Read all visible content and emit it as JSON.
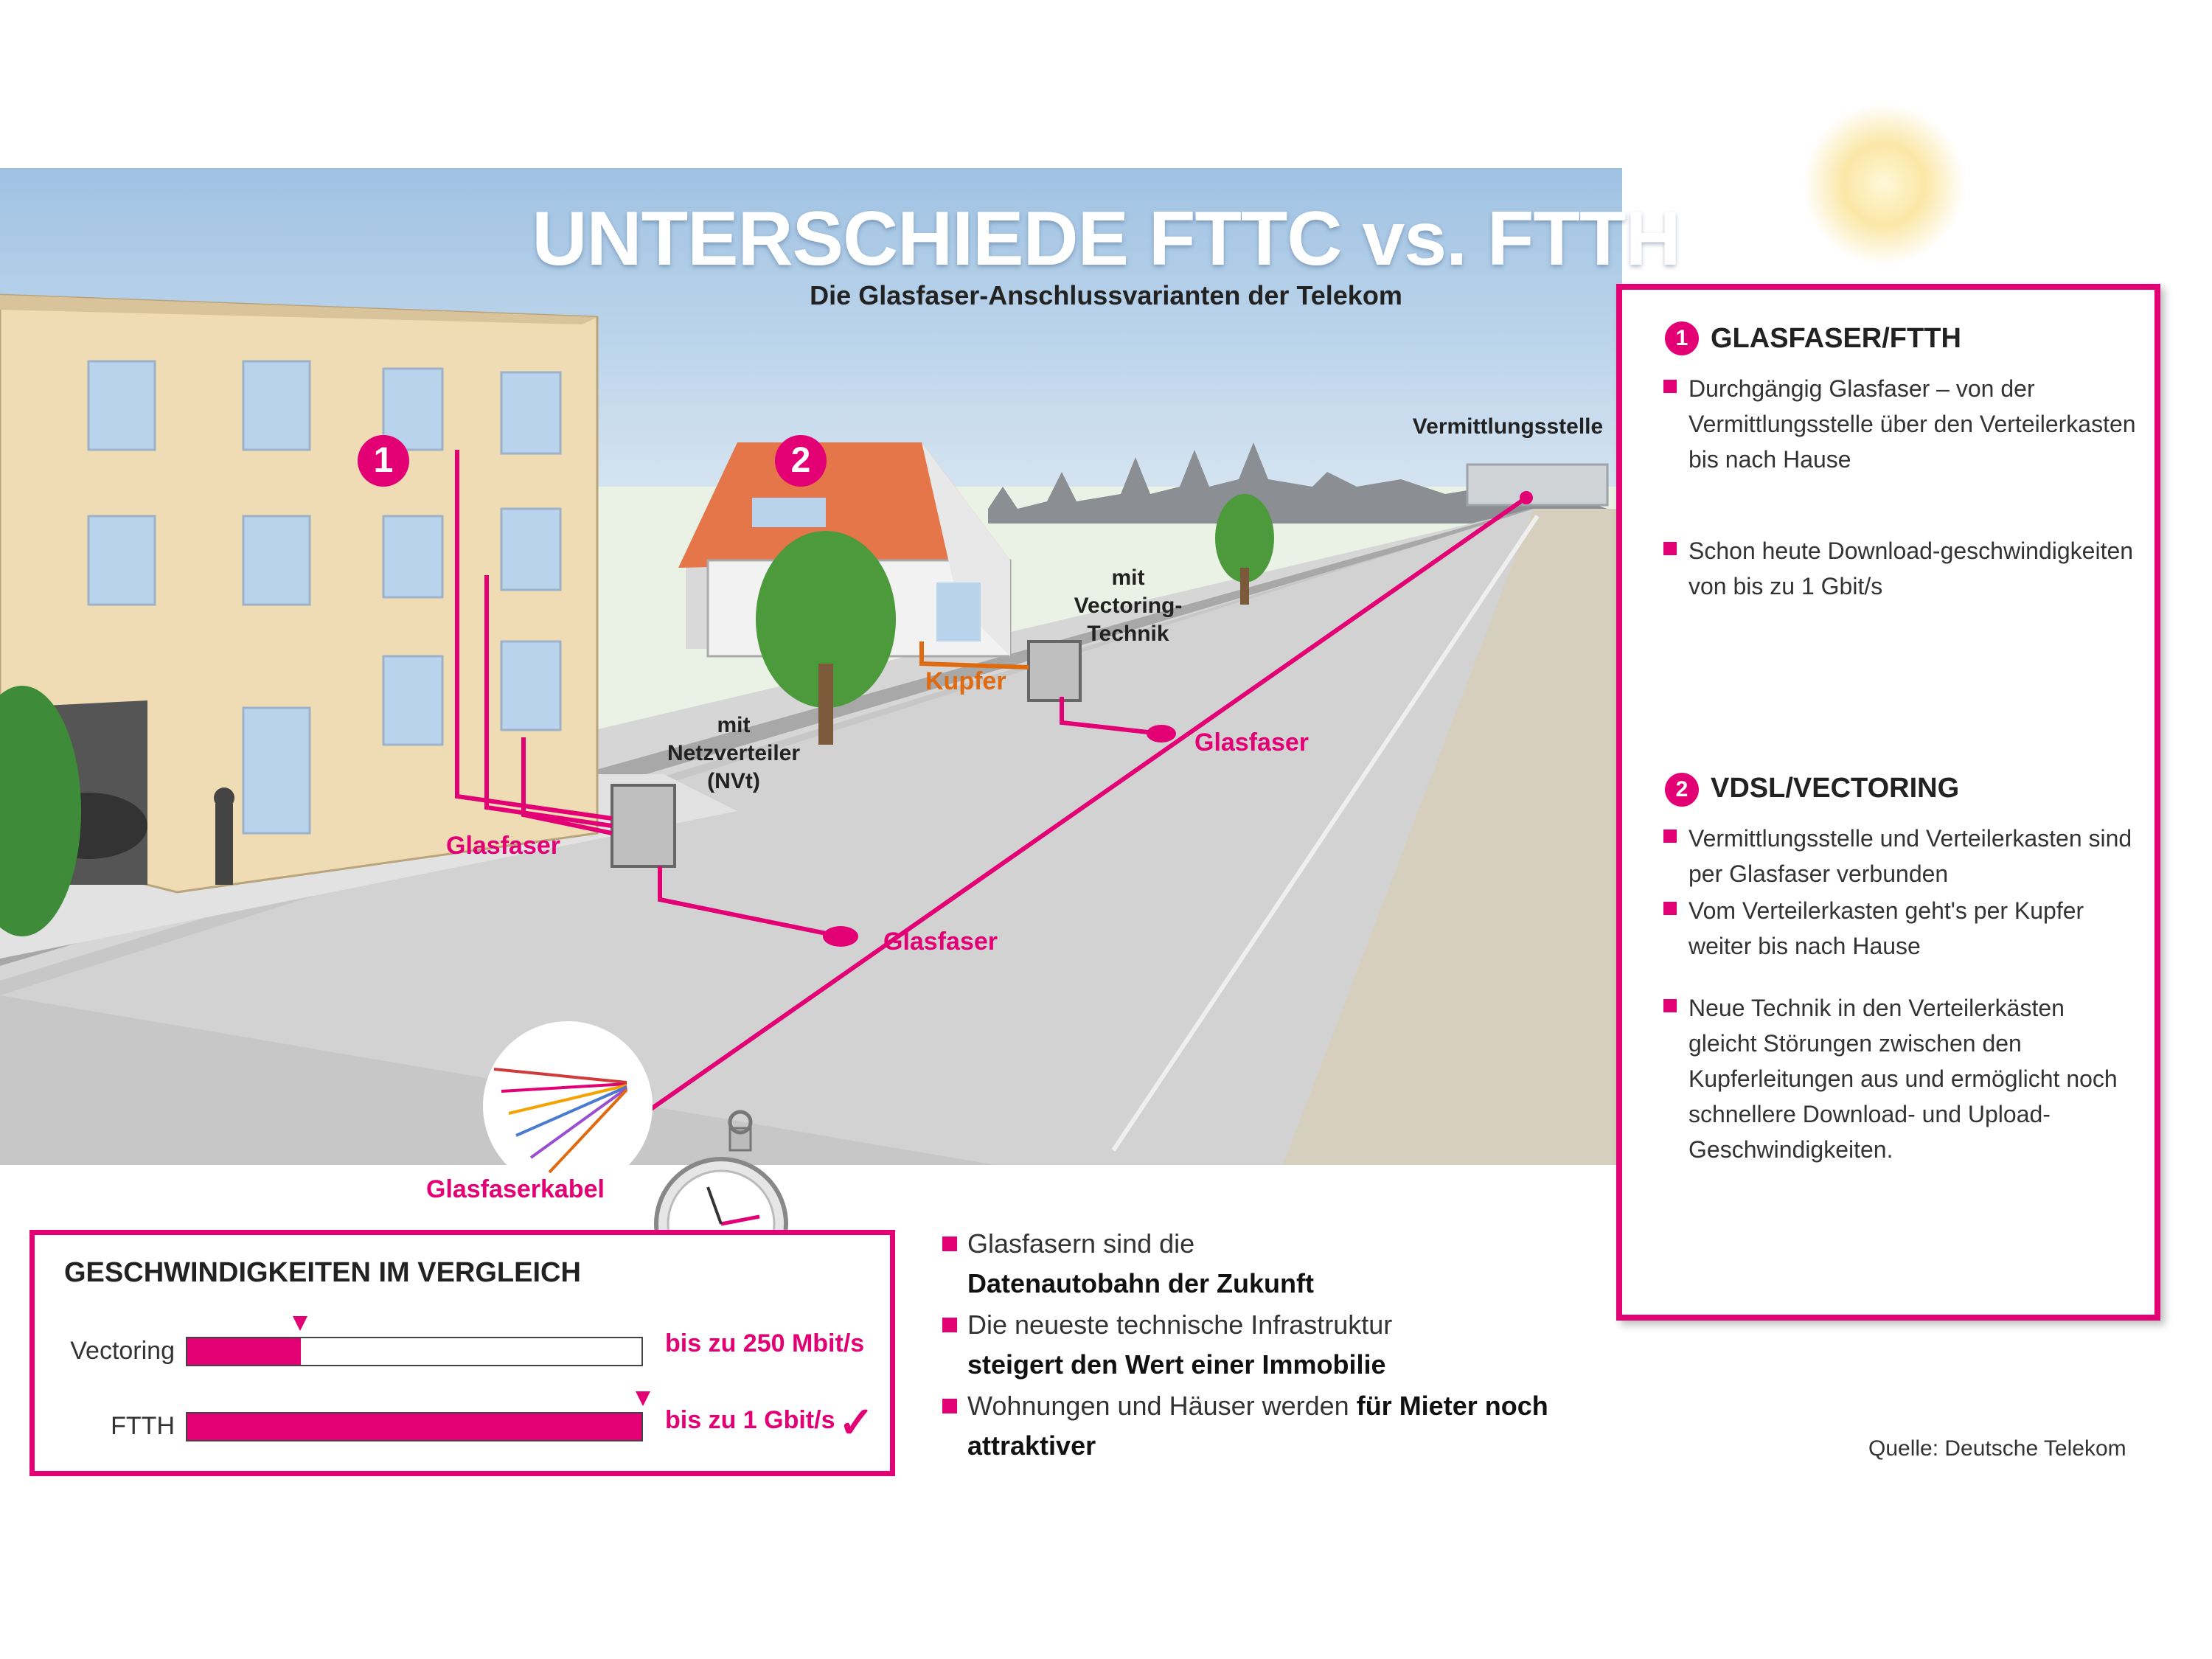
{
  "title": "UNTERSCHIEDE FTTC vs. FTTH",
  "subtitle": "Die Glasfaser-Anschlussvarianten der Telekom",
  "scene": {
    "marker_1": "1",
    "marker_2": "2",
    "vermittlungsstelle": "Vermittlungsstelle",
    "mit_vectoring": "mit Vectoring-Technik",
    "mit_netzverteiler": "mit Netzverteiler (NVt)",
    "kupfer": "Kupfer",
    "glasfaser_top": "Glasfaser",
    "glasfaser_mid": "Glasfaser",
    "glasfaser_left": "Glasfaser",
    "glasfaserkabel": "Glasfaserkabel"
  },
  "panel": {
    "sec1_num": "1",
    "sec1_title": "GLASFASER/FTTH",
    "sec1_bullets": [
      "Durchgängig Glasfaser – von der Vermittlungsstelle über den Verteilerkasten bis nach Hause",
      "Schon heute Download-geschwindigkeiten von bis zu 1 Gbit/s"
    ],
    "sec2_num": "2",
    "sec2_title": "VDSL/VECTORING",
    "sec2_bullets": [
      "Vermittlungsstelle und Verteilerkasten sind per Glasfaser verbunden",
      "Vom Verteilerkasten geht's per Kupfer weiter bis nach Hause",
      "Neue Technik in den Verteilerkästen gleicht Störungen zwischen den Kupferleitungen aus und ermöglicht noch schnellere Download- und Upload-Geschwindigkeiten."
    ]
  },
  "speed": {
    "title": "GESCHWINDIGKEITEN IM VERGLEICH",
    "rows": [
      {
        "label": "Vectoring",
        "value_text": "bis zu 250 Mbit/s",
        "fill": 0.25
      },
      {
        "label": "FTTH",
        "value_text": "bis zu 1 Gbit/s",
        "fill": 1.0
      }
    ],
    "check": "✓"
  },
  "bottom_bullets": [
    {
      "pre": "Glasfasern sind die",
      "bold": "Datenautobahn der Zukunft",
      "post": ""
    },
    {
      "pre": "Die neueste technische Infrastruktur",
      "bold": "steigert den Wert einer Immobilie",
      "post": ""
    },
    {
      "pre": "Wohnungen und Häuser werden ",
      "bold": "für Mieter noch attraktiver",
      "post": ""
    }
  ],
  "source": "Quelle: Deutsche Telekom",
  "colors": {
    "magenta": "#e20074",
    "orange": "#e06a10",
    "sky": "#a9c9e6"
  }
}
